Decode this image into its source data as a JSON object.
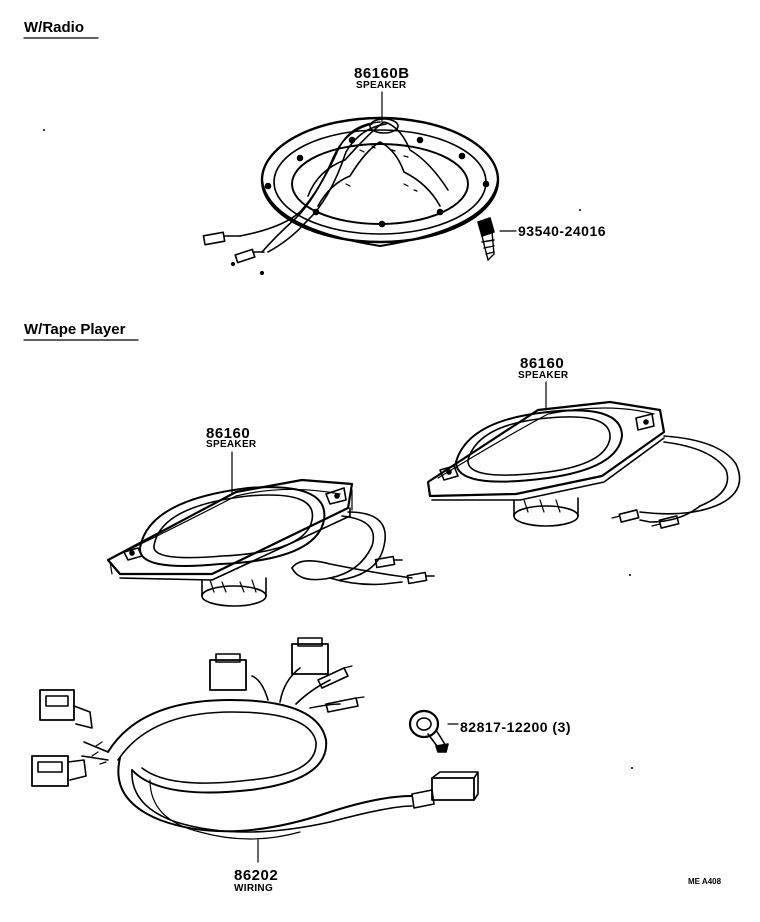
{
  "sections": {
    "radio": "W/Radio",
    "tape": "W/Tape Player"
  },
  "parts": {
    "radio_speaker": {
      "number": "86160B",
      "name": "SPEAKER"
    },
    "screw": {
      "number": "93540-24016"
    },
    "tape_speaker_left": {
      "number": "86160",
      "name": "SPEAKER"
    },
    "tape_speaker_right": {
      "number": "86160",
      "name": "SPEAKER"
    },
    "clamp": {
      "number": "82817-12200 (3)"
    },
    "wiring": {
      "number": "86202",
      "name": "WIRING"
    }
  },
  "figure_code": "ME A408"
}
